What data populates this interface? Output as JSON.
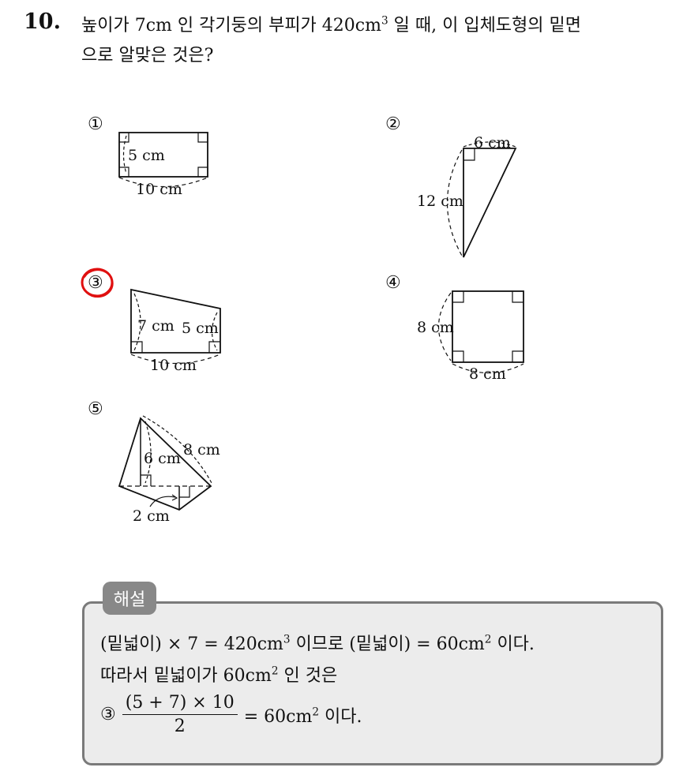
{
  "question": {
    "number": "10.",
    "line1_pre": "높이가 7cm 인 각기둥의 부피가 420cm",
    "line1_sup": "3",
    "line1_post": " 일 때, 이 입체도형의 밑면",
    "line2": "으로 알맞은 것은?"
  },
  "choices": [
    "①",
    "②",
    "③",
    "④",
    "⑤"
  ],
  "figures": {
    "fig1": {
      "height": "5 cm",
      "base": "10 cm"
    },
    "fig2": {
      "top": "6 cm",
      "side": "12 cm"
    },
    "fig3": {
      "left": "7 cm",
      "right": "5 cm",
      "base": "10 cm"
    },
    "fig4": {
      "side": "8 cm",
      "base": "8 cm"
    },
    "fig5": {
      "height": "6 cm",
      "slant": "8 cm",
      "base": "2 cm"
    }
  },
  "answer": {
    "marked_choice": "③",
    "mark_color": "#e01010"
  },
  "explanation": {
    "tag": "해설",
    "line1_a": "(밑넓이) × 7 = 420cm",
    "line1_a_sup": "3",
    "line1_b": " 이므로 (밑넓이) = 60cm",
    "line1_b_sup": "2",
    "line1_c": " 이다.",
    "line2_a": "따라서 밑넓이가 60cm",
    "line2_a_sup": "2",
    "line2_b": " 인 것은",
    "line3_choice": "③",
    "line3_num": "(5 + 7) × 10",
    "line3_den": "2",
    "line3_result": "= 60cm",
    "line3_sup": "2",
    "line3_end": " 이다."
  }
}
